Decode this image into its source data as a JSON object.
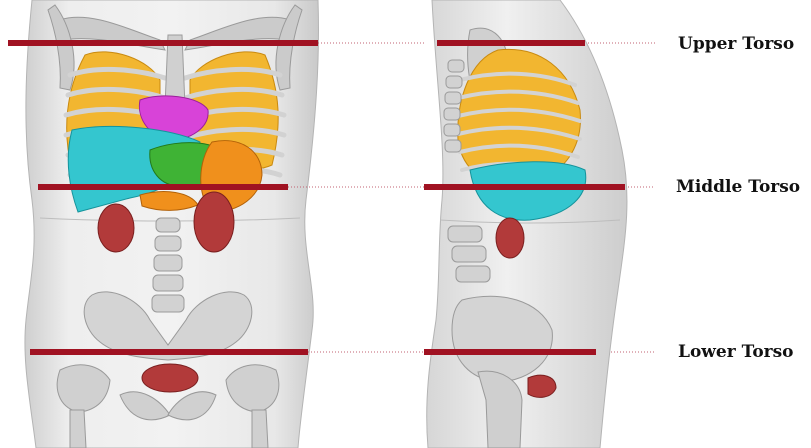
{
  "labels": {
    "upper": "Upper Torso",
    "middle": "Middle Torso",
    "lower": "Lower Torso"
  },
  "colors": {
    "line": "#a01222",
    "dotted": "#c06070",
    "skin": "#e6e6e6",
    "bone": "#c8c8c8",
    "lungs": "#f2b630",
    "heart": "#d843d8",
    "liver": "#34c6cf",
    "stomach": "#3fb335",
    "spleen": "#f0901c",
    "kidney": "#b23a3a"
  }
}
